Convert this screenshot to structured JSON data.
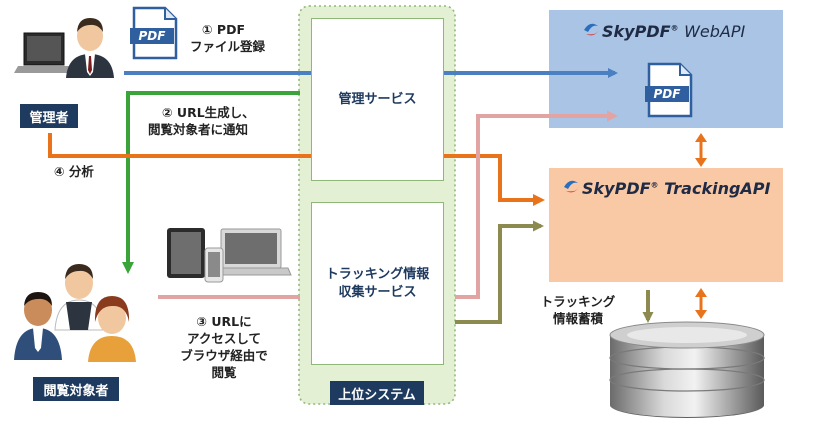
{
  "actors": {
    "admin": {
      "label": "管理者"
    },
    "viewers": {
      "label": "閲覧対象者"
    }
  },
  "steps": {
    "step1": [
      "① PDF",
      "ファイル登録"
    ],
    "step2": [
      "② URL生成し、",
      "閲覧対象者に通知"
    ],
    "step3": [
      "③ URLに",
      "アクセスして",
      "ブラウザ経由で",
      "閲覧"
    ],
    "step4": "④ 分析"
  },
  "system": {
    "label": "上位システム",
    "admin_service": "管理サービス",
    "tracking_service": [
      "トラッキング情報",
      "収集サービス"
    ]
  },
  "apis": {
    "webapi": {
      "brand": "SkyPDF",
      "suffix": "WebAPI"
    },
    "tracking": {
      "brand": "SkyPDF",
      "suffix": "TrackingAPI"
    }
  },
  "storage": {
    "label": [
      "トラッキング",
      "情報蓄積"
    ]
  },
  "icons": {
    "pdf_text": "PDF"
  },
  "colors": {
    "blue_arrow": "#4a7fc1",
    "green_arrow": "#3aa33a",
    "orange_arrow": "#e8731a",
    "pink_arrow": "#e2a3a3",
    "olive_arrow": "#8c8a4f",
    "system_bg": "#e4f0d4",
    "webapi_bg": "#a9c4e4",
    "tracking_bg": "#f9c9a6",
    "dark_label": "#1f3a5f"
  }
}
